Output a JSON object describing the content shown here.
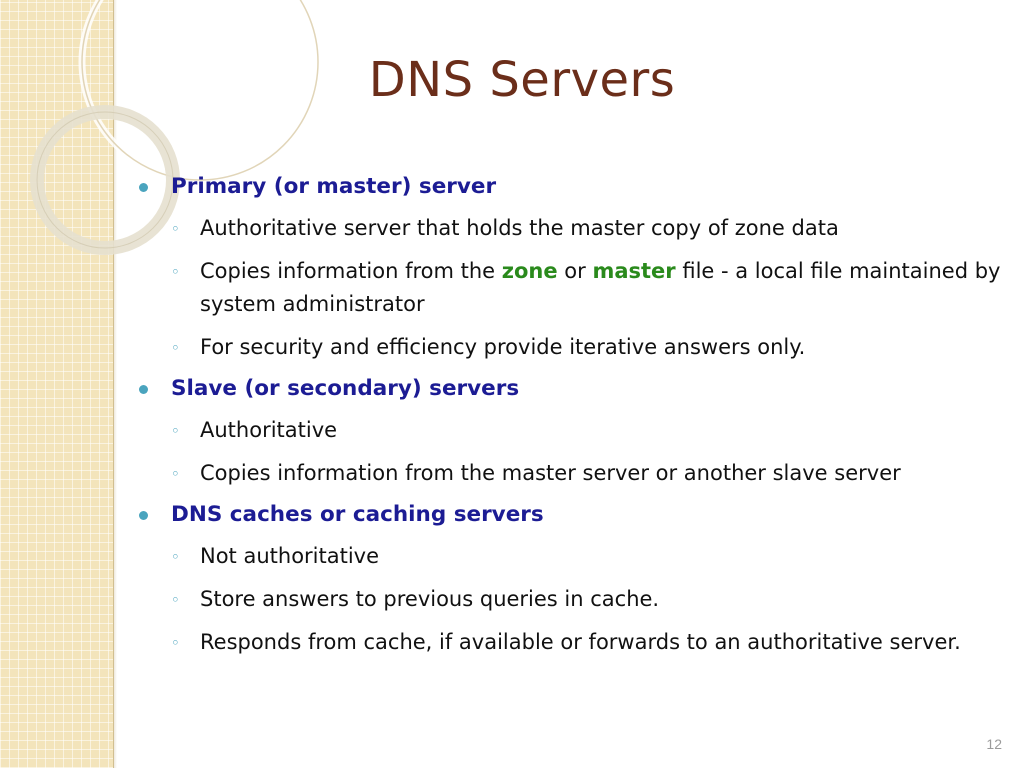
{
  "slide": {
    "title": "DNS Servers",
    "page_number": "12"
  },
  "bullets": [
    {
      "text": "Primary (or master) server",
      "sub": [
        {
          "text": "Authoritative server that holds the master copy of zone data"
        },
        {
          "parts": [
            "Copies information from the ",
            "zone",
            " or ",
            "master",
            " file - a local file maintained by system administrator"
          ]
        },
        {
          "text": "For security and efficiency provide iterative answers only."
        }
      ]
    },
    {
      "text": "Slave (or secondary) servers",
      "sub": [
        {
          "text": "Authoritative"
        },
        {
          "text": "Copies information from the master server or another slave server"
        }
      ]
    },
    {
      "text": "DNS caches or caching servers",
      "sub": [
        {
          "text": "Not authoritative"
        },
        {
          "text": "Store answers to previous queries in cache."
        },
        {
          "text": "Responds from cache, if available or forwards to an authoritative server."
        }
      ]
    }
  ],
  "colors": {
    "title": "#6b2e1a",
    "level1": "#1c1c94",
    "highlight": "#2a8a1c",
    "bullet": "#4aa4be",
    "band": "#f3e4bb"
  }
}
